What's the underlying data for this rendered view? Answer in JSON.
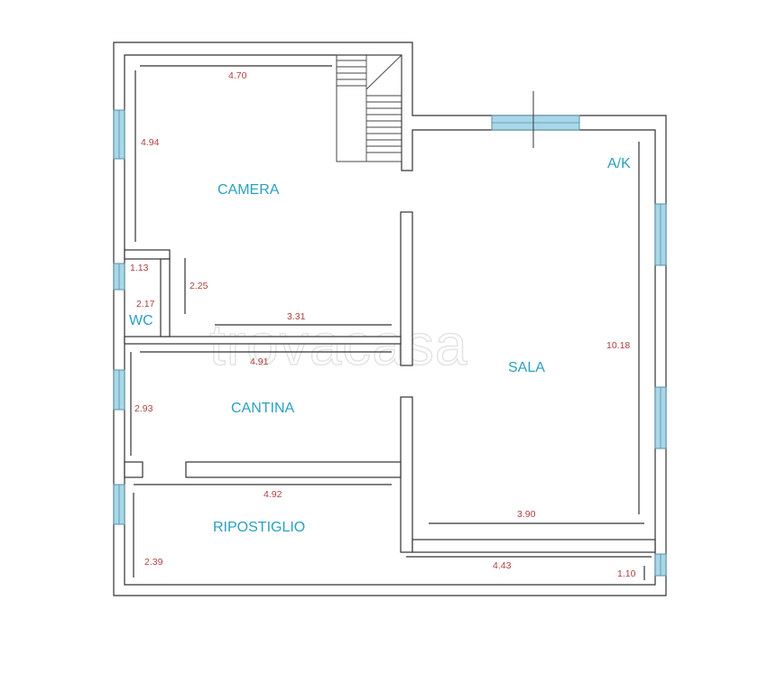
{
  "watermark": "trovacasa",
  "rooms": {
    "camera": "CAMERA",
    "wc": "WC",
    "cantina": "CANTINA",
    "ripostiglio": "RIPOSTIGLIO",
    "sala": "SALA",
    "ak": "A/K"
  },
  "dimensions": {
    "camera_width": "4.70",
    "camera_depth": "4.94",
    "wc_width": "1.13",
    "wc_depth": "2.17",
    "hall_depth": "2.25",
    "hall_width": "3.31",
    "cantina_width": "4.91",
    "cantina_depth": "2.93",
    "ripostiglio_width": "4.92",
    "ripostiglio_depth": "2.39",
    "sala_depth": "10.18",
    "sala_width": "3.90",
    "corridor_width": "4.43",
    "corridor_depth": "1.10"
  },
  "colors": {
    "room_label": "#2aa0c0",
    "dimension_label": "#b04040",
    "window_glass": "#a8d8e8",
    "wall": "#333333"
  }
}
